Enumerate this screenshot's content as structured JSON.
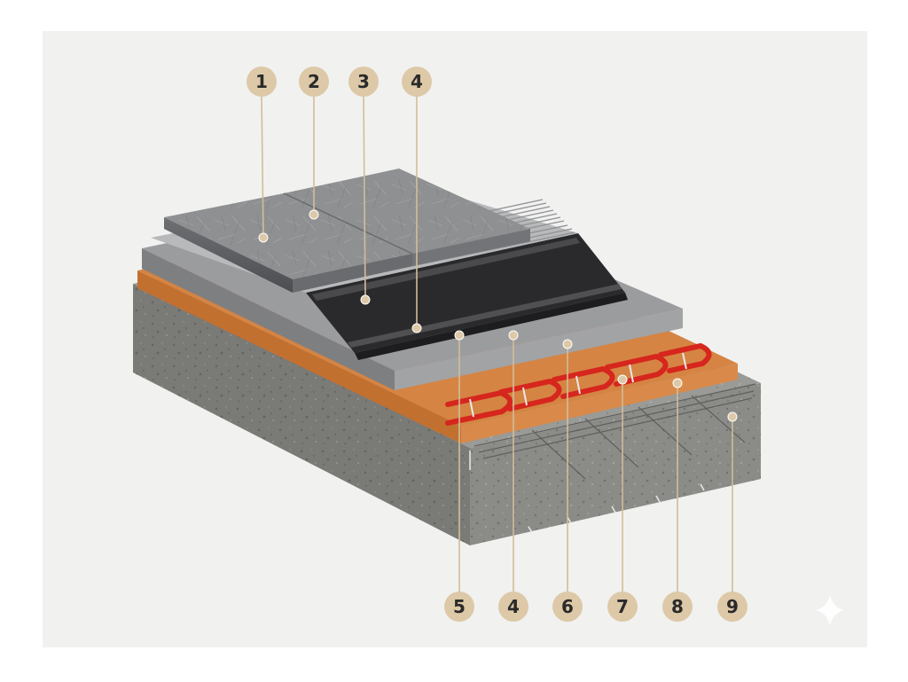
{
  "colors": {
    "frame": "#f1f1f0",
    "marker": "#ddc9a7",
    "marker_text": "#2a2a2a",
    "leader": "#d2bd99",
    "tile": "#8e8f91",
    "adhesive": "#b7b9bb",
    "membrane": "#2a2a2c",
    "screed": "#9b9c9e",
    "insulation": "#cf8040",
    "heating_cable": "#d6261d",
    "concrete": "#8a8a87"
  },
  "callouts": {
    "top": [
      {
        "label": "1"
      },
      {
        "label": "2"
      },
      {
        "label": "3"
      },
      {
        "label": "4"
      }
    ],
    "bottom": [
      {
        "label": "5"
      },
      {
        "label": "4"
      },
      {
        "label": "6"
      },
      {
        "label": "7"
      },
      {
        "label": "8"
      },
      {
        "label": "9"
      }
    ]
  },
  "watermark_icon": "sparkle-icon"
}
